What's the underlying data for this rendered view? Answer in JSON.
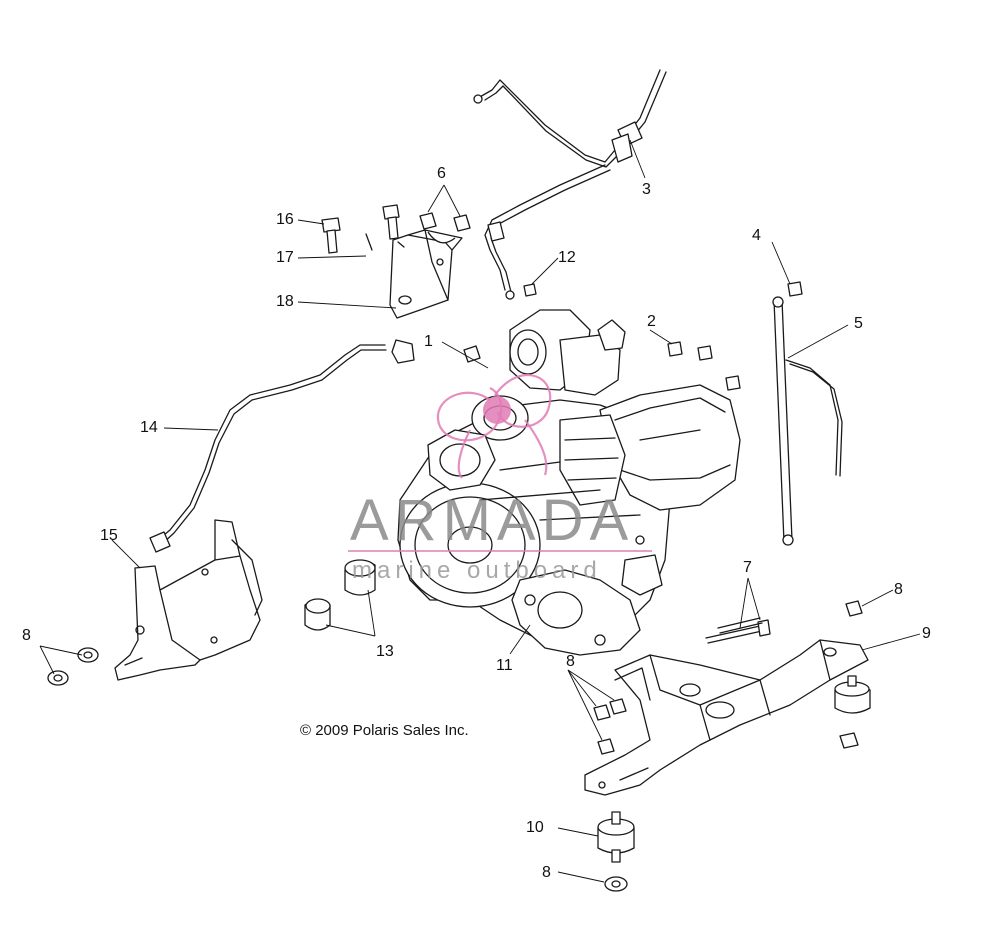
{
  "callouts": [
    {
      "id": "c1",
      "label": "1"
    },
    {
      "id": "c2",
      "label": "2"
    },
    {
      "id": "c3",
      "label": "3"
    },
    {
      "id": "c4",
      "label": "4"
    },
    {
      "id": "c5",
      "label": "5"
    },
    {
      "id": "c6",
      "label": "6"
    },
    {
      "id": "c7",
      "label": "7"
    },
    {
      "id": "c8a",
      "label": "8"
    },
    {
      "id": "c8b",
      "label": "8"
    },
    {
      "id": "c8c",
      "label": "8"
    },
    {
      "id": "c8d",
      "label": "8"
    },
    {
      "id": "c9",
      "label": "9"
    },
    {
      "id": "c10",
      "label": "10"
    },
    {
      "id": "c11",
      "label": "11"
    },
    {
      "id": "c12",
      "label": "12"
    },
    {
      "id": "c13",
      "label": "13"
    },
    {
      "id": "c14",
      "label": "14"
    },
    {
      "id": "c15",
      "label": "15"
    },
    {
      "id": "c16",
      "label": "16"
    },
    {
      "id": "c17",
      "label": "17"
    },
    {
      "id": "c18",
      "label": "18"
    }
  ],
  "copyright": "© 2009 Polaris Sales Inc.",
  "watermark": {
    "brand": "ARMADA",
    "tagline": "marine outboard",
    "accent_color": "#e07bb5"
  },
  "colors": {
    "line": "#1a1a1a",
    "background": "#ffffff"
  }
}
